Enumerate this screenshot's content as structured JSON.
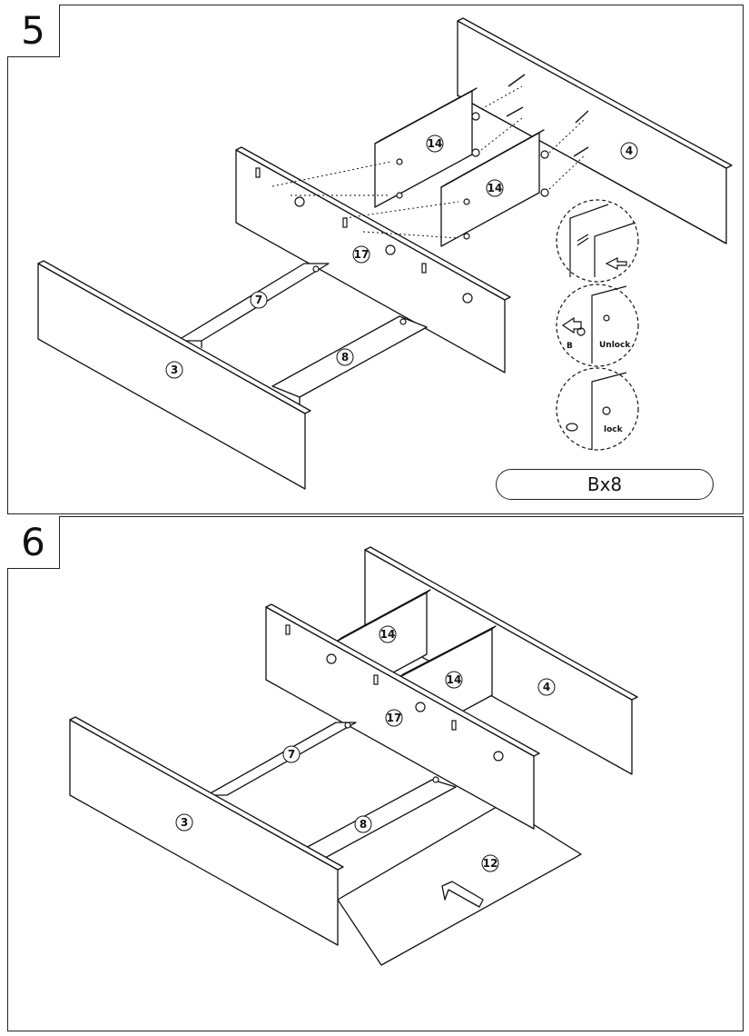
{
  "step5": {
    "number": "5",
    "quantity": "Bx8",
    "parts": {
      "p4": "4",
      "p14a": "14",
      "p14b": "14",
      "p17": "17",
      "p7": "7",
      "p8": "8",
      "p3": "3"
    },
    "detail": {
      "part_letter": "B",
      "unlock": "Unlock",
      "lock": "lock"
    }
  },
  "step6": {
    "number": "6",
    "parts": {
      "p4": "4",
      "p14a": "14",
      "p14b": "14",
      "p17": "17",
      "p7": "7",
      "p8": "8",
      "p3": "3",
      "p12": "12"
    }
  }
}
